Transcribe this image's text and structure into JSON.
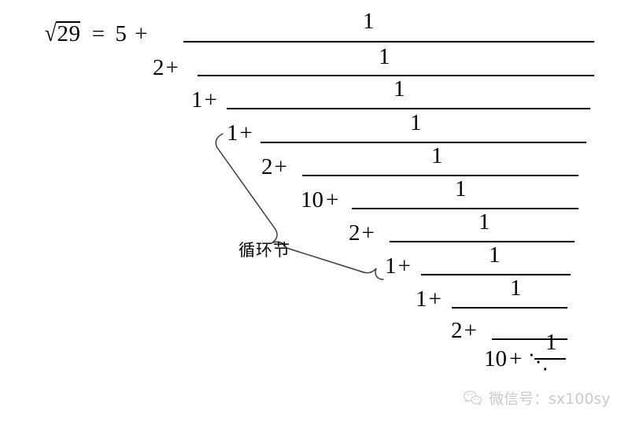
{
  "formula": {
    "lhs_radical_sign": "√",
    "lhs_radicand": "29",
    "equals": "=",
    "integer_part": "5",
    "plus": "+",
    "numerator": "1",
    "continued_fraction_terms": [
      "2",
      "1",
      "1",
      "2",
      "10",
      "2",
      "1",
      "1",
      "2",
      "10"
    ],
    "tail_symbol": "⋱",
    "full_expression": "√29 = 5 + 1/(2 + 1/(1 + 1/(1 + 1/(2 + 1/(10 + 1/(2 + 1/(1 + 1/(1 + 1/(2 + 1/(10 + ⋱))))))))))"
  },
  "annotation": {
    "period_label": "循环节",
    "period_label_meaning": "repeating period",
    "brace_spans_terms": [
      "1",
      "2",
      "10",
      "2",
      "1"
    ]
  },
  "watermark": {
    "icon": "wechat-icon",
    "text": "微信号：sx100sy",
    "color": "#c9c9c9"
  },
  "colors": {
    "ink": "#000000",
    "background": "#ffffff",
    "watermark": "#c9c9c9"
  }
}
